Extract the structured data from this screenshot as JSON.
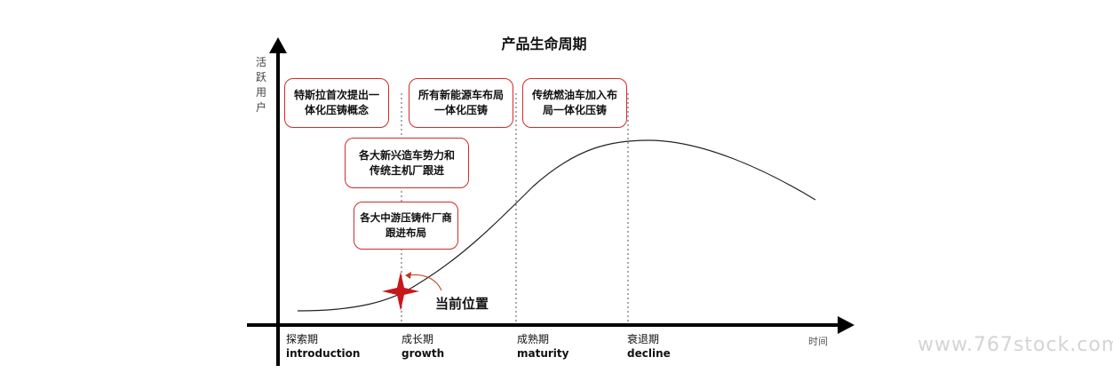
{
  "title": "产品生命周期",
  "y_axis_label": "活跃用户",
  "x_axis_label": "时间",
  "stages": [
    {
      "cn": "探索期",
      "en": "introduction"
    },
    {
      "cn": "成长期",
      "en": "growth"
    },
    {
      "cn": "成熟期",
      "en": "maturity"
    },
    {
      "cn": "衰退期",
      "en": "decline"
    }
  ],
  "events": [
    "特斯拉首次提出一体化压铸概念",
    "所有新能源车布局一体化压铸",
    "传统燃油车加入布局一体化压铸",
    "各大新兴造车势力和传统主机厂跟进",
    "各大中游压铸件厂商跟进布局"
  ],
  "current_position_label": "当前位置",
  "watermark": "www.767stock.com",
  "colors": {
    "accent": "#d42a2a",
    "star": "#c8161d",
    "axis": "#000000"
  }
}
